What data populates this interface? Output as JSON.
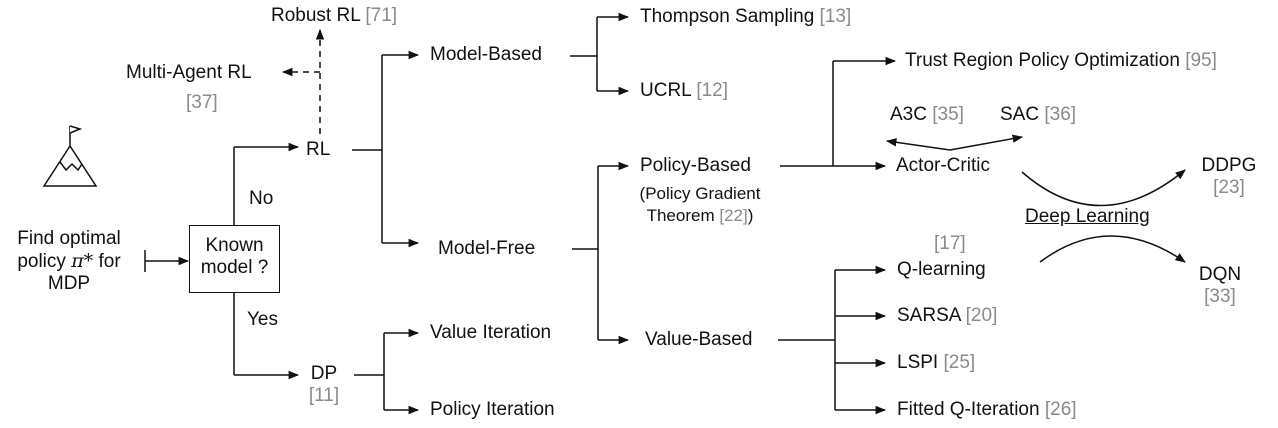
{
  "goal": {
    "line1": "Find optimal",
    "line2_pre": "policy",
    "line2_sym": "π*",
    "line2_post": "for",
    "line3": "MDP"
  },
  "decision": {
    "line1": "Known",
    "line2": "model ?"
  },
  "edges": {
    "no": "No",
    "yes": "Yes",
    "deep_learning": "Deep Learning"
  },
  "nodes": {
    "robust_rl": {
      "label": "Robust RL",
      "ref": "[71]"
    },
    "multi_agent": {
      "label": "Multi-Agent RL",
      "ref": "[37]"
    },
    "rl": {
      "label": "RL"
    },
    "dp": {
      "label": "DP",
      "ref": "[11]"
    },
    "model_based": {
      "label": "Model-Based"
    },
    "model_free": {
      "label": "Model-Free"
    },
    "value_iteration": {
      "label": "Value Iteration"
    },
    "policy_iteration": {
      "label": "Policy Iteration"
    },
    "thompson": {
      "label": "Thompson Sampling",
      "ref": "[13]"
    },
    "ucrl": {
      "label": "UCRL",
      "ref": "[12]"
    },
    "policy_based": {
      "label": "Policy-Based",
      "sub_open": "(Policy Gradient",
      "sub_close_pre": "Theorem",
      "sub_ref": "[22]",
      "sub_close_post": ")"
    },
    "value_based": {
      "label": "Value-Based"
    },
    "trpo": {
      "label": "Trust Region Policy Optimization",
      "ref": "[95]"
    },
    "a3c": {
      "label": "A3C",
      "ref": "[35]"
    },
    "sac": {
      "label": "SAC",
      "ref": "[36]"
    },
    "actor_critic": {
      "label": "Actor-Critic"
    },
    "ddpg": {
      "label": "DDPG",
      "ref": "[23]"
    },
    "q_learning": {
      "label": "Q-learning",
      "ref": "[17]"
    },
    "dqn": {
      "label": "DQN",
      "ref": "[33]"
    },
    "sarsa": {
      "label": "SARSA",
      "ref": "[20]"
    },
    "lspi": {
      "label": "LSPI",
      "ref": "[25]"
    },
    "fqi": {
      "label": "Fitted Q-Iteration",
      "ref": "[26]"
    }
  }
}
